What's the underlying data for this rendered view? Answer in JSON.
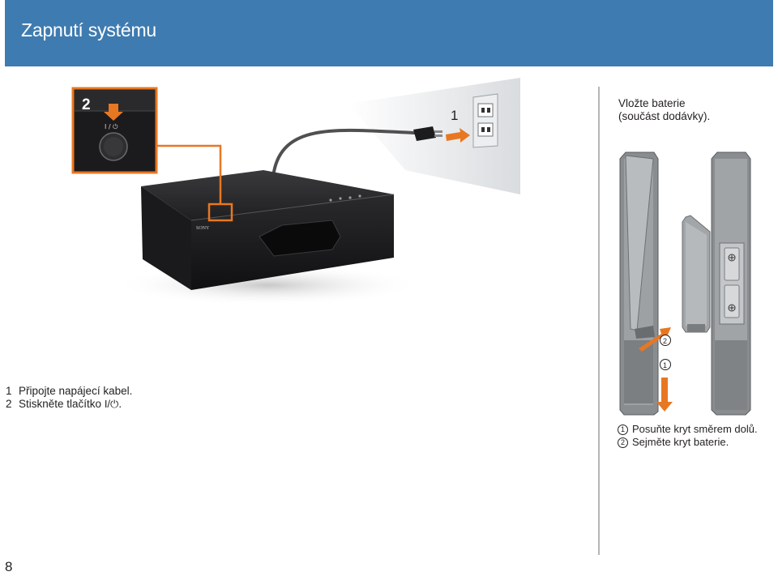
{
  "header": {
    "title": "Zapnutí systému"
  },
  "figure": {
    "callout_2": "2",
    "callout_1": "1",
    "button_label": "I / ⏻",
    "brand": "SONY",
    "marker_1": "①",
    "marker_2": "②",
    "battery_plus": "⊕"
  },
  "steps": [
    {
      "num": "1",
      "text": "Připojte napájecí kabel."
    },
    {
      "num": "2",
      "text": "Stiskněte tlačítko ",
      "symbol": "I/⏻",
      "suffix": "."
    }
  ],
  "battery": {
    "title_line1": "Vložte baterie",
    "title_line2": "(součást dodávky).",
    "steps": [
      {
        "marker": "1",
        "text": "Posuňte kryt směrem dolů."
      },
      {
        "marker": "2",
        "text": "Sejměte kryt baterie."
      }
    ]
  },
  "page": {
    "number": "8"
  },
  "colors": {
    "header": "#3e7bb0",
    "accent": "#e87722"
  }
}
